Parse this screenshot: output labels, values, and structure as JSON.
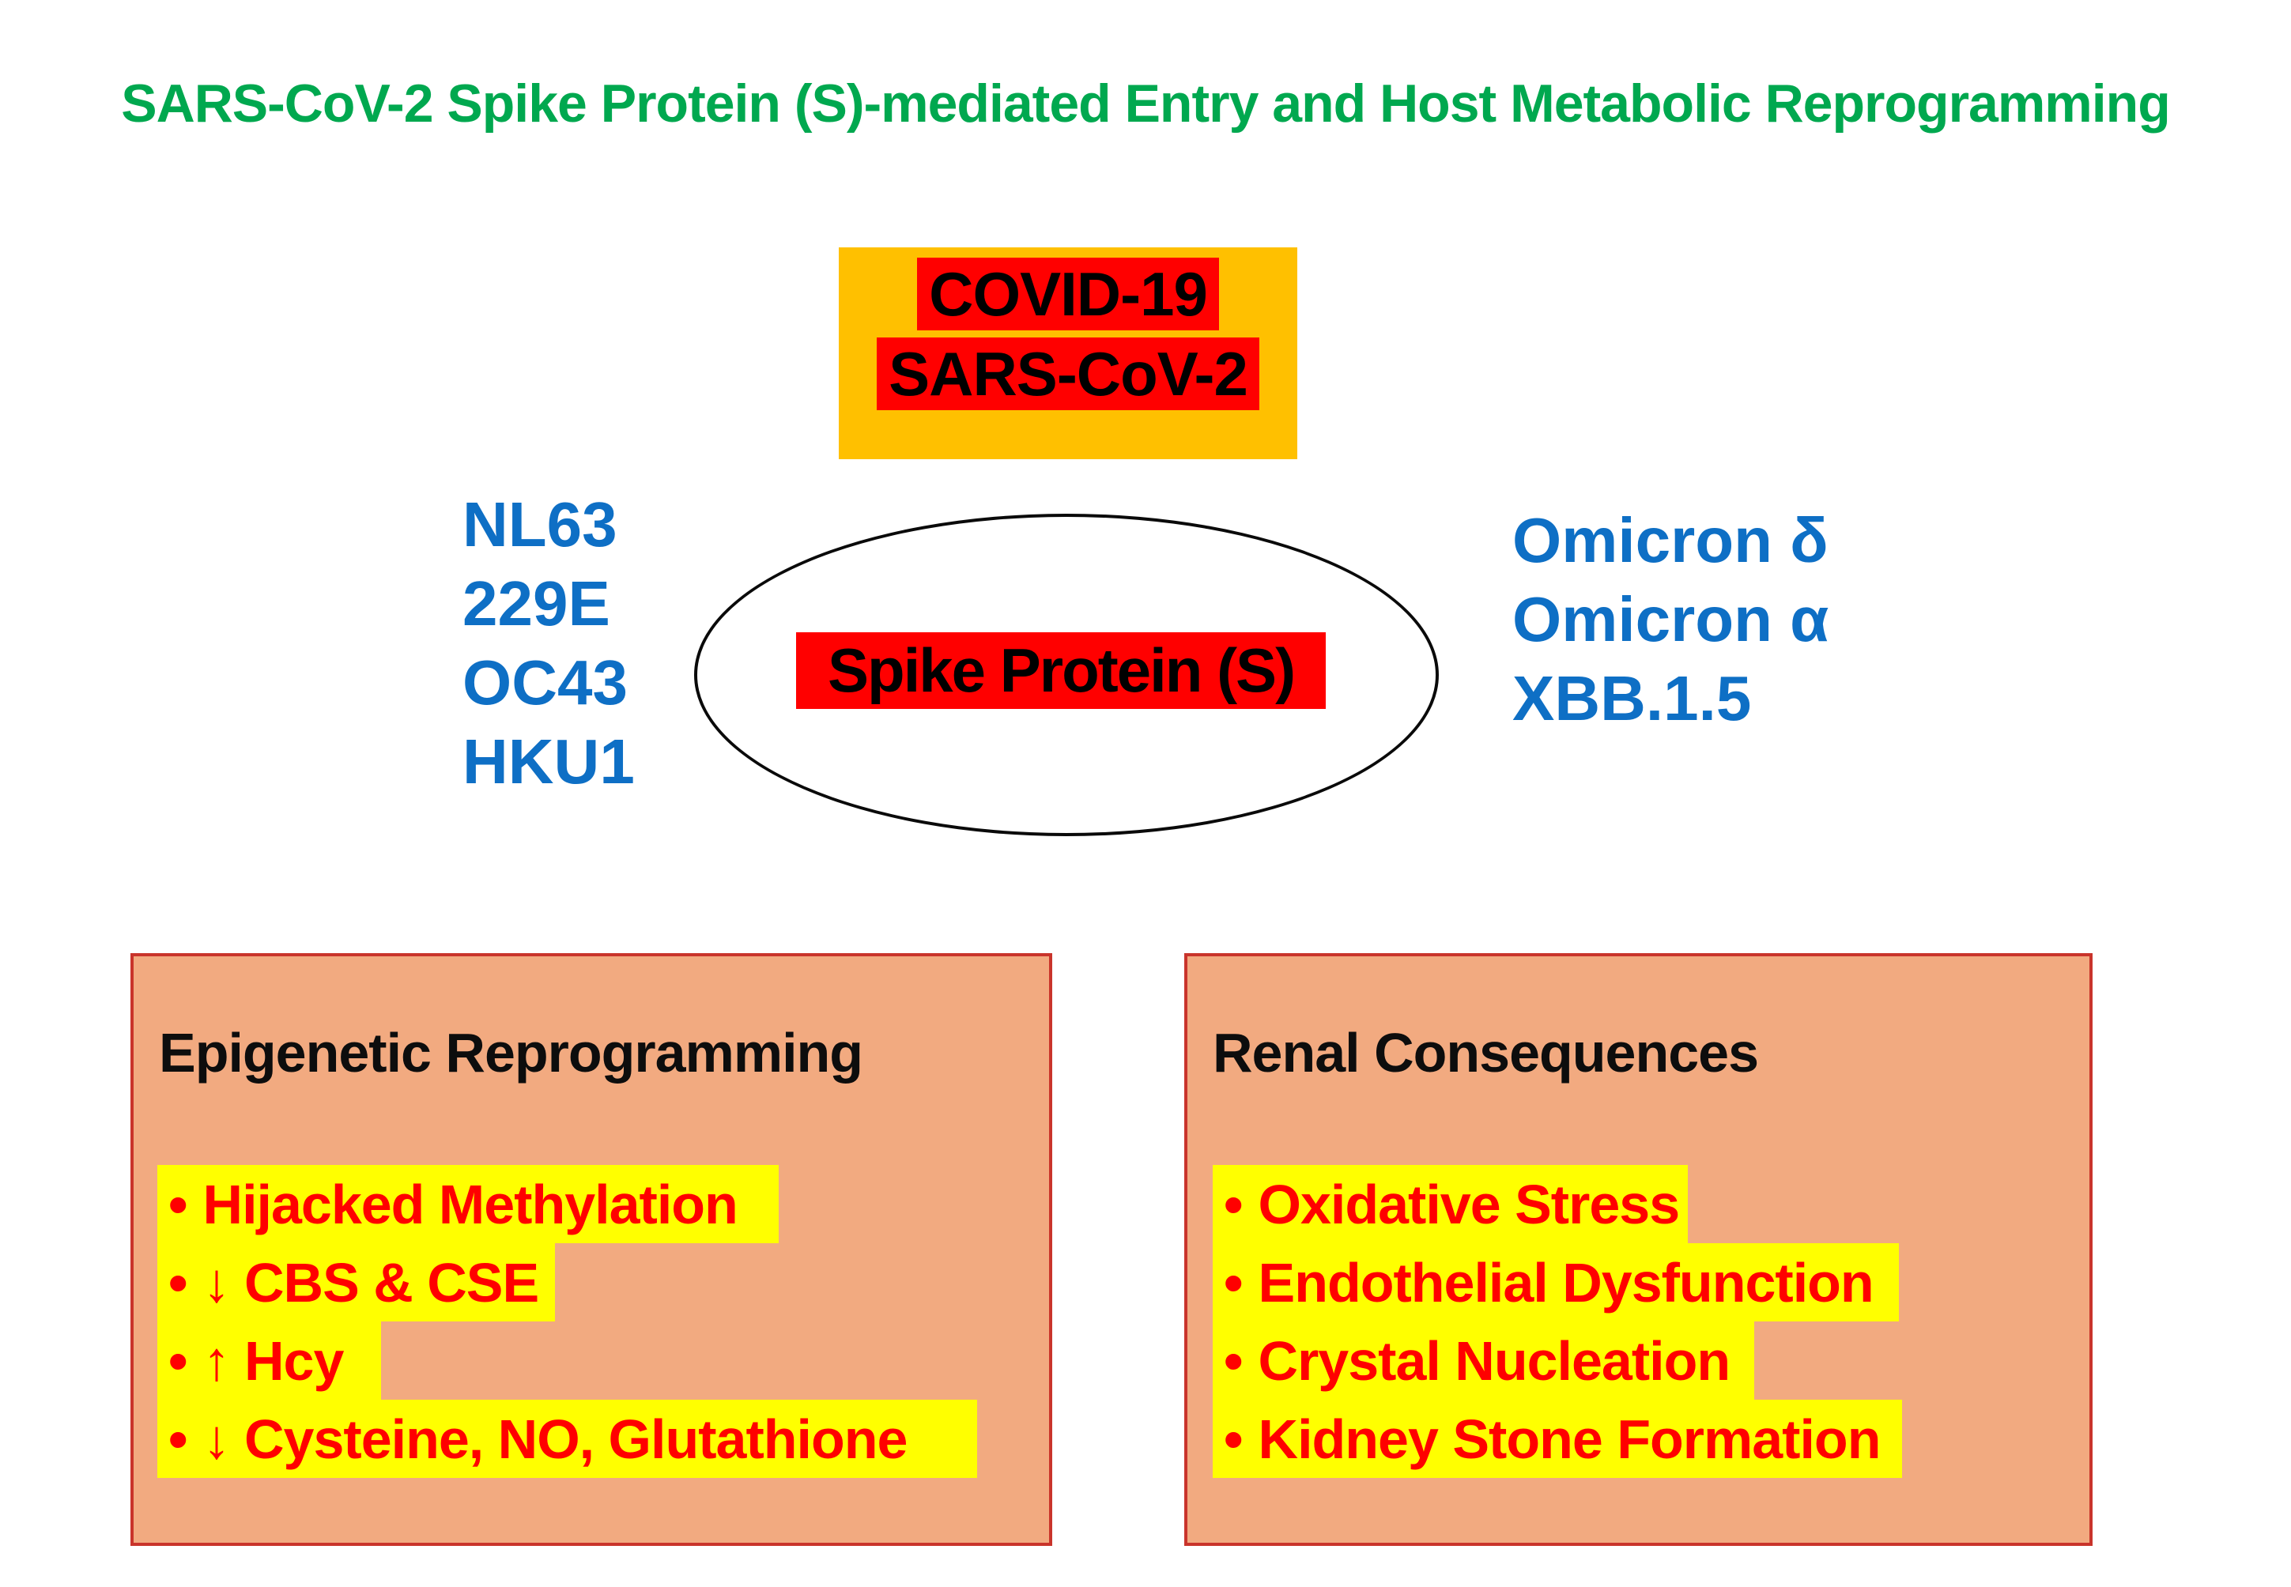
{
  "title": {
    "text": "SARS-CoV-2 Spike Protein (S)-mediated Entry and Host Metabolic Reprogramming"
  },
  "virus_box": {
    "lines": [
      "COVID-19",
      "SARS-CoV-2"
    ]
  },
  "spike_label": "Spike Protein (S)",
  "left_variants": [
    "NL63",
    "229E",
    "OC43",
    "HKU1"
  ],
  "right_variants": [
    "Omicron δ",
    "Omicron α",
    "XBB.1.5"
  ],
  "bullet_glyph": "•",
  "panels": [
    {
      "title": "Epigenetic Reprogramming",
      "bullets": [
        {
          "text": "Hijacked Methylation",
          "highlight_width": 786
        },
        {
          "text": "↓ CBS & CSE",
          "highlight_width": 503
        },
        {
          "text": "↑ Hcy",
          "highlight_width": 283
        },
        {
          "text": "↓ Cysteine, NO, Glutathione",
          "highlight_width": 1037
        }
      ]
    },
    {
      "title": "Renal Consequences",
      "bullets": [
        {
          "text": "Oxidative Stress",
          "highlight_width": 601
        },
        {
          "text": "Endothelial Dysfunction",
          "highlight_width": 868
        },
        {
          "text": "Crystal Nucleation",
          "highlight_width": 685
        },
        {
          "text": "Kidney Stone Formation",
          "highlight_width": 872
        }
      ]
    }
  ],
  "colors": {
    "title_green": "#00A84F",
    "variant_blue": "#0E6FC5",
    "highlight_red": "#FF0000",
    "highlight_yellow": "#FFFF00",
    "virus_box_orange": "#FFC000",
    "panel_fill_salmon": "#F2AA80",
    "panel_border_red": "#C9342B",
    "text_black": "#000000",
    "background": "#FFFFFF"
  }
}
